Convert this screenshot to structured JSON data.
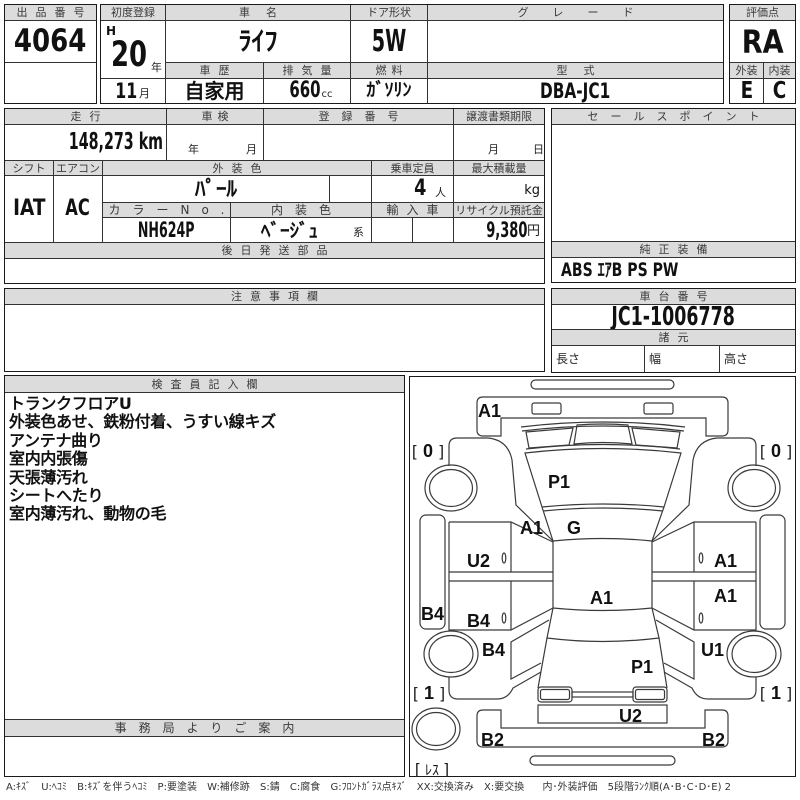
{
  "lot_no": {
    "label": "出品番号",
    "value": "4064"
  },
  "first_registration": {
    "label": "初度登録",
    "era": "H",
    "year": "20",
    "year_unit": "年",
    "month": "11",
    "month_unit": "月"
  },
  "car_name": {
    "label": "車名",
    "value": "ﾗｲﾌ"
  },
  "car_history": {
    "label": "車歴",
    "value": "自家用"
  },
  "displacement": {
    "label": "排気量",
    "value": "660",
    "unit": "cc"
  },
  "door_type": {
    "label": "ドア形状",
    "value": "5W"
  },
  "fuel": {
    "label": "燃料",
    "value": "ｶﾞｿﾘﾝ"
  },
  "grade": {
    "label": "グレード"
  },
  "model_code": {
    "label": "型式",
    "value": "DBA-JC1"
  },
  "score": {
    "label": "評価点",
    "value": "RA"
  },
  "exterior_grade": {
    "label": "外装",
    "value": "E"
  },
  "interior_grade": {
    "label": "内装",
    "value": "C"
  },
  "mileage": {
    "label": "走行",
    "value": "148,273",
    "unit": "km"
  },
  "inspection": {
    "label": "車検",
    "year_unit": "年",
    "month_unit": "月"
  },
  "registration_no": {
    "label": "登録番号"
  },
  "transfer_deadline": {
    "label": "譲渡書類期限",
    "month_unit": "月",
    "day_unit": "日"
  },
  "shift": {
    "label": "シフト",
    "value": "IAT"
  },
  "aircon": {
    "label": "エアコン",
    "value": "AC"
  },
  "exterior_color": {
    "label": "外装色",
    "value": "ﾊﾟｰﾙ"
  },
  "capacity": {
    "label": "乗車定員",
    "value": "4",
    "unit": "人"
  },
  "max_load": {
    "label": "最大積載量",
    "unit": "kg"
  },
  "color_no": {
    "label": "カラーNo.",
    "value": "NH624P"
  },
  "interior_color": {
    "label": "内装色",
    "value": "ﾍﾞｰｼﾞｭ",
    "suffix": "系"
  },
  "import_car": {
    "label": "輸入車"
  },
  "recycle_fee": {
    "label": "リサイクル預託金",
    "value": "9,380",
    "unit": "円"
  },
  "parts_later": {
    "label": "後日発送部品"
  },
  "sales_points": {
    "label": "セールスポイント"
  },
  "genuine_equipment": {
    "label": "純正装備",
    "value": "ABS ｴｱB PS PW"
  },
  "caution": {
    "label": "注意事項欄"
  },
  "chassis_no": {
    "label": "車台番号",
    "value": "JC1-1006778"
  },
  "specs": {
    "label": "諸元",
    "length": "長さ",
    "width": "幅",
    "height": "高さ"
  },
  "inspector_notes": {
    "label": "検査員記入欄",
    "lines": [
      "トランクフロアU",
      "外装色あせ、鉄粉付着、うすい線キズ",
      "アンテナ曲り",
      "室内内張傷",
      "天張薄汚れ",
      "シートへたり",
      "室内薄汚れ、動物の毛"
    ]
  },
  "office_notice": {
    "label": "事務局よりご案内"
  },
  "diagram": {
    "marks": {
      "front_bumper": "A1",
      "hood": "P1",
      "windshield": "G",
      "left_a_pillar": "A1",
      "roof": "A1",
      "left_front_door": "U2",
      "left_rear_door": "B4",
      "left_step": "B4",
      "right_front_door": "A1",
      "right_rear_door": "A1",
      "left_rear_fender": "B4",
      "right_rear_fender": "U1",
      "back_door": "P1",
      "rear_panel": "U2",
      "rear_bumper_left": "B2",
      "rear_bumper_right": "B2"
    },
    "bracket_open": "[",
    "bracket_close": "]",
    "tires": {
      "front_left": "0",
      "front_right": "0",
      "rear_left": "1",
      "rear_right": "1",
      "spare": "ﾚｽ"
    }
  },
  "legend": [
    "A:ｷｽﾞ",
    "U:ﾍｺﾐ",
    "B:ｷｽﾞを伴うﾍｺﾐ",
    "P:要塗装",
    "W:補修跡",
    "S:錆",
    "C:腐食",
    "G:ﾌﾛﾝﾄｶﾞﾗｽ点ｷｽﾞ",
    "XX:交換済み",
    "X:要交換",
    "内･外装評価",
    "5段階ﾗﾝｸ順(A･B･C･D･E) 2"
  ]
}
